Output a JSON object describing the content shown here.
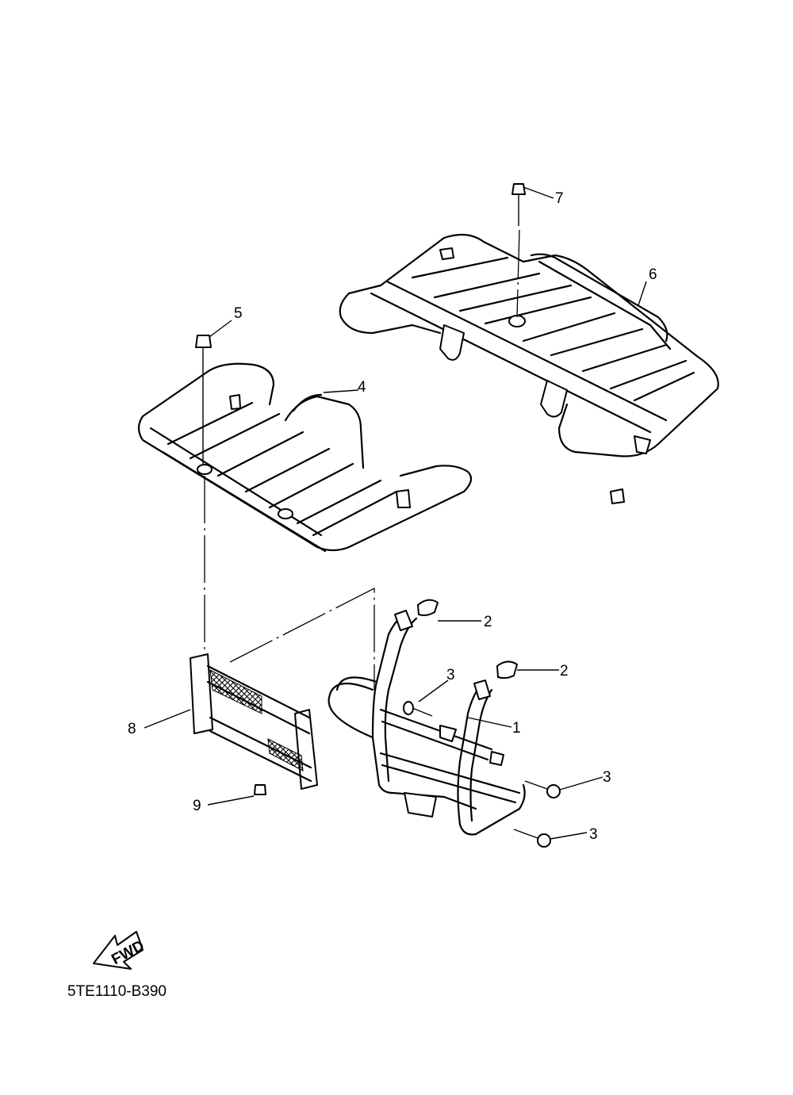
{
  "diagram": {
    "callouts": [
      "1",
      "2",
      "2",
      "3",
      "3",
      "3",
      "4",
      "5",
      "6",
      "7",
      "8",
      "9"
    ],
    "arrow_label": "FWD",
    "drawing_code": "5TE1110-B390"
  }
}
